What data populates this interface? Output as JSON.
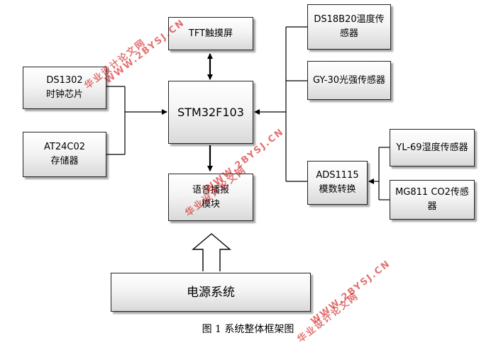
{
  "blocks": {
    "tft": "TFT触摸屏",
    "ds1302": "DS1302\n时钟芯片",
    "at24c02": "AT24C02\n存储器",
    "mcu": "STM32F103",
    "voice": "语音播报\n模块",
    "ds18b20": "DS18B20温度传\n感器",
    "gy30": "GY-30光强传感器",
    "ads1115": "ADS1115\n模数转换",
    "yl69": "YL-69湿度传感器",
    "mg811": "MG811 CO2传感\n器",
    "power": "电源系统"
  },
  "watermarks": [
    "华业设计论文网",
    "WWW.2BYSJ.CN"
  ],
  "caption": "图 1  系统整体框架图"
}
